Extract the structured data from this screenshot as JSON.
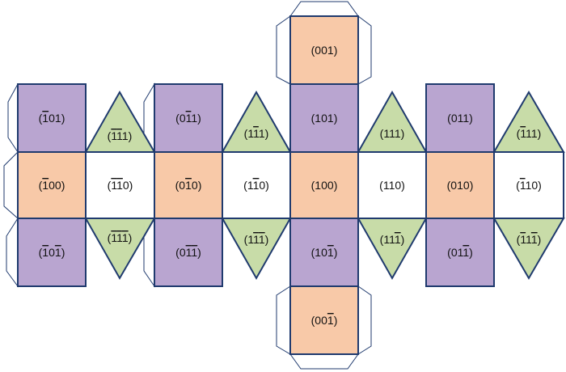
{
  "colors": {
    "cube_face": "#f8c9a8",
    "rhombic_face": "#b9a5d0",
    "triangle_face": "#c8dca8",
    "hexagon_face": "#ffffff",
    "edge": "#1f3a6e"
  },
  "faces": [
    {
      "id": "m101",
      "type": "rhombic",
      "label": [
        {
          "d": "1",
          "bar": true
        },
        {
          "d": "0",
          "bar": false
        },
        {
          "d": "1",
          "bar": false
        }
      ]
    },
    {
      "id": "0m11",
      "type": "rhombic",
      "label": [
        {
          "d": "0",
          "bar": false
        },
        {
          "d": "1",
          "bar": true
        },
        {
          "d": "1",
          "bar": false
        }
      ]
    },
    {
      "id": "101",
      "type": "rhombic",
      "label": [
        {
          "d": "1",
          "bar": false
        },
        {
          "d": "0",
          "bar": false
        },
        {
          "d": "1",
          "bar": false
        }
      ]
    },
    {
      "id": "011",
      "type": "rhombic",
      "label": [
        {
          "d": "0",
          "bar": false
        },
        {
          "d": "1",
          "bar": false
        },
        {
          "d": "1",
          "bar": false
        }
      ]
    },
    {
      "id": "m10m1",
      "type": "rhombic",
      "label": [
        {
          "d": "1",
          "bar": true
        },
        {
          "d": "0",
          "bar": false
        },
        {
          "d": "1",
          "bar": true
        }
      ]
    },
    {
      "id": "0m1m1",
      "type": "rhombic",
      "label": [
        {
          "d": "0",
          "bar": false
        },
        {
          "d": "1",
          "bar": true
        },
        {
          "d": "1",
          "bar": true
        }
      ]
    },
    {
      "id": "10m1",
      "type": "rhombic",
      "label": [
        {
          "d": "1",
          "bar": false
        },
        {
          "d": "0",
          "bar": false
        },
        {
          "d": "1",
          "bar": true
        }
      ]
    },
    {
      "id": "01m1",
      "type": "rhombic",
      "label": [
        {
          "d": "0",
          "bar": false
        },
        {
          "d": "1",
          "bar": false
        },
        {
          "d": "1",
          "bar": true
        }
      ]
    },
    {
      "id": "m100",
      "type": "cube",
      "label": [
        {
          "d": "1",
          "bar": true
        },
        {
          "d": "0",
          "bar": false
        },
        {
          "d": "0",
          "bar": false
        }
      ]
    },
    {
      "id": "0m10",
      "type": "cube",
      "label": [
        {
          "d": "0",
          "bar": false
        },
        {
          "d": "1",
          "bar": true
        },
        {
          "d": "0",
          "bar": false
        }
      ]
    },
    {
      "id": "100",
      "type": "cube",
      "label": [
        {
          "d": "1",
          "bar": false
        },
        {
          "d": "0",
          "bar": false
        },
        {
          "d": "0",
          "bar": false
        }
      ]
    },
    {
      "id": "010",
      "type": "cube",
      "label": [
        {
          "d": "0",
          "bar": false
        },
        {
          "d": "1",
          "bar": false
        },
        {
          "d": "0",
          "bar": false
        }
      ]
    },
    {
      "id": "001",
      "type": "cube",
      "label": [
        {
          "d": "0",
          "bar": false
        },
        {
          "d": "0",
          "bar": false
        },
        {
          "d": "1",
          "bar": false
        }
      ]
    },
    {
      "id": "00m1",
      "type": "cube",
      "label": [
        {
          "d": "0",
          "bar": false
        },
        {
          "d": "0",
          "bar": false
        },
        {
          "d": "1",
          "bar": true
        }
      ]
    },
    {
      "id": "m1m10",
      "type": "hexagon",
      "label": [
        {
          "d": "1",
          "bar": true
        },
        {
          "d": "1",
          "bar": true
        },
        {
          "d": "0",
          "bar": false
        }
      ]
    },
    {
      "id": "1m10",
      "type": "hexagon",
      "label": [
        {
          "d": "1",
          "bar": false
        },
        {
          "d": "1",
          "bar": true
        },
        {
          "d": "0",
          "bar": false
        }
      ]
    },
    {
      "id": "110",
      "type": "hexagon",
      "label": [
        {
          "d": "1",
          "bar": false
        },
        {
          "d": "1",
          "bar": false
        },
        {
          "d": "0",
          "bar": false
        }
      ]
    },
    {
      "id": "m110",
      "type": "hexagon",
      "label": [
        {
          "d": "1",
          "bar": true
        },
        {
          "d": "1",
          "bar": false
        },
        {
          "d": "0",
          "bar": false
        }
      ]
    },
    {
      "id": "m1m11",
      "type": "triangle",
      "label": [
        {
          "d": "1",
          "bar": true
        },
        {
          "d": "1",
          "bar": true
        },
        {
          "d": "1",
          "bar": false
        }
      ]
    },
    {
      "id": "1m11",
      "type": "triangle",
      "label": [
        {
          "d": "1",
          "bar": false
        },
        {
          "d": "1",
          "bar": true
        },
        {
          "d": "1",
          "bar": false
        }
      ]
    },
    {
      "id": "111",
      "type": "triangle",
      "label": [
        {
          "d": "1",
          "bar": false
        },
        {
          "d": "1",
          "bar": false
        },
        {
          "d": "1",
          "bar": false
        }
      ]
    },
    {
      "id": "m111",
      "type": "triangle",
      "label": [
        {
          "d": "1",
          "bar": true
        },
        {
          "d": "1",
          "bar": false
        },
        {
          "d": "1",
          "bar": false
        }
      ]
    },
    {
      "id": "m1m1m1",
      "type": "triangle",
      "label": [
        {
          "d": "1",
          "bar": true
        },
        {
          "d": "1",
          "bar": true
        },
        {
          "d": "1",
          "bar": true
        }
      ]
    },
    {
      "id": "1m1m1",
      "type": "triangle",
      "label": [
        {
          "d": "1",
          "bar": false
        },
        {
          "d": "1",
          "bar": true
        },
        {
          "d": "1",
          "bar": true
        }
      ]
    },
    {
      "id": "11m1",
      "type": "triangle",
      "label": [
        {
          "d": "1",
          "bar": false
        },
        {
          "d": "1",
          "bar": false
        },
        {
          "d": "1",
          "bar": true
        }
      ]
    },
    {
      "id": "m11m1",
      "type": "triangle",
      "label": [
        {
          "d": "1",
          "bar": true
        },
        {
          "d": "1",
          "bar": false
        },
        {
          "d": "1",
          "bar": true
        }
      ]
    }
  ]
}
